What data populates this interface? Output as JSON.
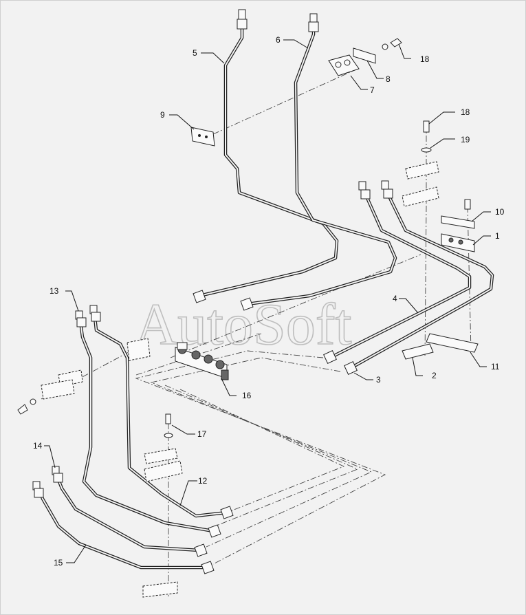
{
  "watermark": "AutoSoft",
  "callouts": [
    {
      "id": "c5",
      "label": "5"
    },
    {
      "id": "c6",
      "label": "6"
    },
    {
      "id": "c18a",
      "label": "18"
    },
    {
      "id": "c8",
      "label": "8"
    },
    {
      "id": "c7",
      "label": "7"
    },
    {
      "id": "c9",
      "label": "9"
    },
    {
      "id": "c18b",
      "label": "18"
    },
    {
      "id": "c19",
      "label": "19"
    },
    {
      "id": "c10",
      "label": "10"
    },
    {
      "id": "c1",
      "label": "1"
    },
    {
      "id": "c13",
      "label": "13"
    },
    {
      "id": "c4",
      "label": "4"
    },
    {
      "id": "c3",
      "label": "3"
    },
    {
      "id": "c2",
      "label": "2"
    },
    {
      "id": "c11",
      "label": "11"
    },
    {
      "id": "c16",
      "label": "16"
    },
    {
      "id": "c17",
      "label": "17"
    },
    {
      "id": "c14",
      "label": "14"
    },
    {
      "id": "c12",
      "label": "12"
    },
    {
      "id": "c15",
      "label": "15"
    }
  ]
}
